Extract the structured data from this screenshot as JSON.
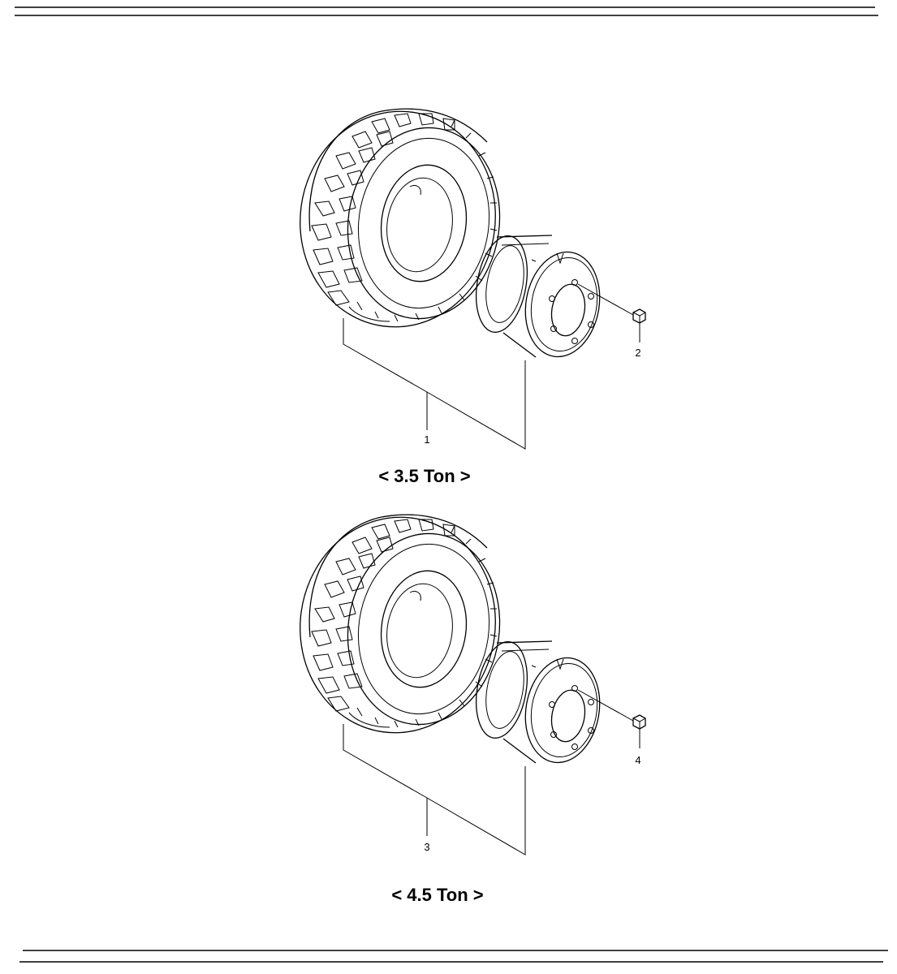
{
  "diagram": {
    "assemblies": [
      {
        "caption": "< 3.5 Ton >",
        "callout_wheel": "1",
        "callout_nut": "2"
      },
      {
        "caption": "< 4.5 Ton >",
        "callout_wheel": "3",
        "callout_nut": "4"
      }
    ]
  }
}
